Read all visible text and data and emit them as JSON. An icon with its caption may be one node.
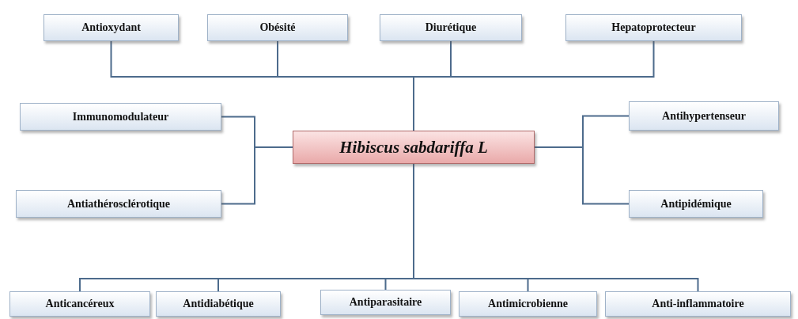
{
  "diagram": {
    "nodes": [
      {
        "text": [
          "Antioxydant"
        ]
      },
      {
        "text": [
          "Obésité"
        ]
      },
      {
        "text": [
          "Diurétique"
        ]
      },
      {
        "text": [
          "Hepatoprotecteur"
        ]
      },
      {
        "text": [
          "Immunomodulateur"
        ]
      },
      {
        "text": [
          "Antihypertenseur"
        ]
      },
      {
        "text": [
          "Hibiscus sabdariffa L"
        ]
      },
      {
        "text": [
          "Antiathérosclérotique"
        ]
      },
      {
        "text": [
          "Antipidémique"
        ]
      },
      {
        "text": [
          "Anticancéreux"
        ]
      },
      {
        "text": [
          "Antidiabétique"
        ]
      },
      {
        "text": [
          "Antiparasitaire"
        ]
      },
      {
        "text": [
          "Antimicrobienne"
        ]
      },
      {
        "text": [
          "Anti-inflammatoire"
        ]
      }
    ],
    "edges": [
      {
        "from": 6,
        "to": 0,
        "arrow": "none"
      },
      {
        "from": 6,
        "to": 1,
        "arrow": "none"
      },
      {
        "from": 6,
        "to": 2,
        "arrow": "none"
      },
      {
        "from": 6,
        "to": 3,
        "arrow": "none"
      },
      {
        "from": 6,
        "to": 4,
        "arrow": "none"
      },
      {
        "from": 6,
        "to": 7,
        "arrow": "none"
      },
      {
        "from": 6,
        "to": 5,
        "arrow": "none"
      },
      {
        "from": 6,
        "to": 8,
        "arrow": "none"
      },
      {
        "from": 6,
        "to": 9,
        "arrow": "none"
      },
      {
        "from": 6,
        "to": 10,
        "arrow": "none"
      },
      {
        "from": 6,
        "to": 11,
        "arrow": "none"
      },
      {
        "from": 6,
        "to": 12,
        "arrow": "none"
      },
      {
        "from": 6,
        "to": 13,
        "arrow": "none"
      }
    ]
  }
}
